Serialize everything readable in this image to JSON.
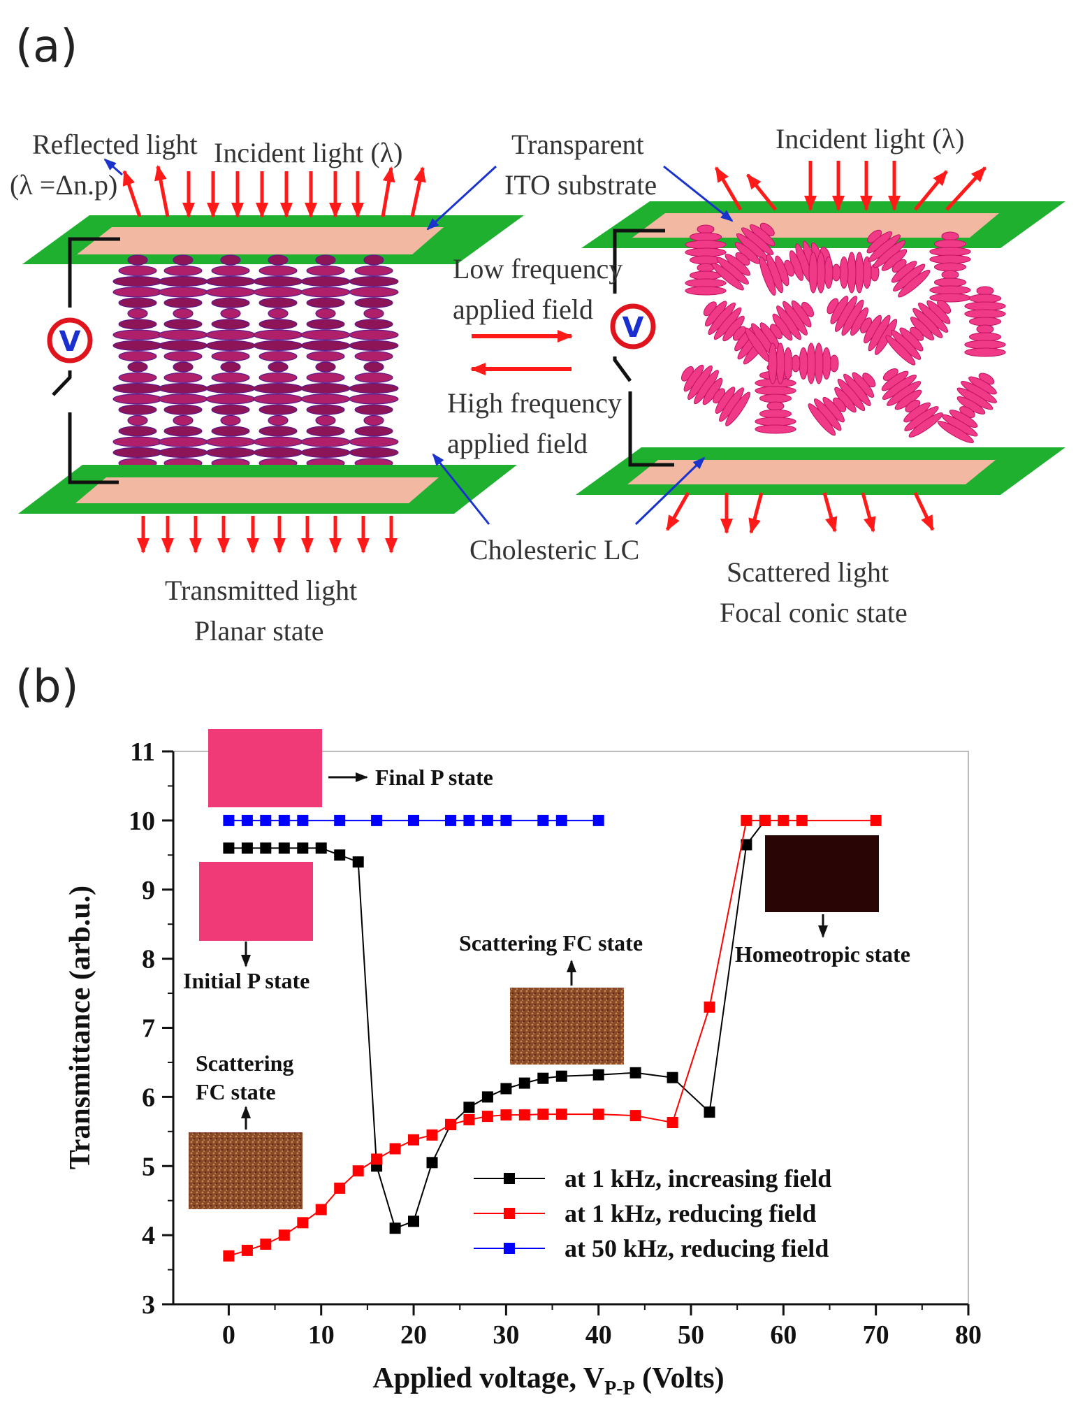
{
  "panel_a": {
    "label": "(a)",
    "reflected_light": "Reflected light",
    "reflected_formula": "(λ =Δn.p)",
    "incident_left": "Incident light (λ)",
    "incident_right": "Incident light (λ)",
    "ito_line1": "Transparent",
    "ito_line2": "ITO substrate",
    "low_freq_line1": "Low frequency",
    "low_freq_line2": "applied field",
    "high_freq_line1": "High frequency",
    "high_freq_line2": "applied field",
    "cholesteric": "Cholesteric LC",
    "transmitted_light": "Transmitted light",
    "planar_state": "Planar state",
    "scattered_light": "Scattered light",
    "focal_conic_state": "Focal conic state",
    "voltmeter_left": "V",
    "voltmeter_right": "V"
  },
  "panel_b": {
    "label": "(b)",
    "annotations": {
      "final_p": "Final P state",
      "initial_p": "Initial P state",
      "scattering_fc_mid": "Scattering FC state",
      "scattering_fc_left_1": "Scattering",
      "scattering_fc_left_2": "FC state",
      "homeotropic": "Homeotropic state"
    }
  },
  "chart_data": {
    "type": "line",
    "xlabel_main": "Applied voltage, V",
    "xlabel_sub": "P-P",
    "xlabel_unit": " (Volts)",
    "ylabel": "Transmittance (arb.u.)",
    "xlim": [
      -6,
      80
    ],
    "ylim": [
      3,
      11
    ],
    "xticks": [
      0,
      10,
      20,
      30,
      40,
      50,
      60,
      70,
      80
    ],
    "yticks": [
      3,
      4,
      5,
      6,
      7,
      8,
      9,
      10,
      11
    ],
    "legend_position": "lower-right",
    "series": [
      {
        "name": "at 1 kHz, increasing field",
        "color": "#000000",
        "x": [
          0,
          2,
          4,
          6,
          8,
          10,
          12,
          14,
          16,
          18,
          20,
          22,
          24,
          26,
          28,
          30,
          32,
          34,
          36,
          40,
          44,
          48,
          52,
          56,
          58
        ],
        "y": [
          9.6,
          9.6,
          9.6,
          9.6,
          9.6,
          9.6,
          9.5,
          9.4,
          5.0,
          4.1,
          4.2,
          5.05,
          5.6,
          5.85,
          6.0,
          6.12,
          6.2,
          6.27,
          6.3,
          6.32,
          6.35,
          6.28,
          5.78,
          9.65,
          10.0
        ]
      },
      {
        "name": "at 1 kHz, reducing field",
        "color": "#ff0000",
        "x": [
          0,
          2,
          4,
          6,
          8,
          10,
          12,
          14,
          16,
          18,
          20,
          22,
          24,
          26,
          28,
          30,
          32,
          34,
          36,
          40,
          44,
          48,
          52,
          56,
          58,
          60,
          62,
          70
        ],
        "y": [
          3.7,
          3.78,
          3.87,
          4.0,
          4.18,
          4.37,
          4.68,
          4.93,
          5.1,
          5.25,
          5.38,
          5.45,
          5.6,
          5.67,
          5.72,
          5.74,
          5.74,
          5.75,
          5.75,
          5.75,
          5.73,
          5.63,
          7.3,
          10.0,
          10.0,
          10.0,
          10.0,
          10.0
        ]
      },
      {
        "name": "at 50 kHz, reducing field",
        "color": "#0000ff",
        "x": [
          0,
          2,
          4,
          6,
          8,
          12,
          16,
          20,
          24,
          26,
          28,
          30,
          34,
          36,
          40
        ],
        "y": [
          10,
          10,
          10,
          10,
          10,
          10,
          10,
          10,
          10,
          10,
          10,
          10,
          10,
          10,
          10
        ]
      }
    ]
  }
}
